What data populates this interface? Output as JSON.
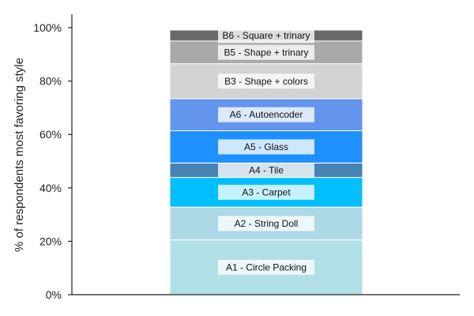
{
  "chart_data": {
    "type": "bar",
    "stacked": true,
    "categories": [
      ""
    ],
    "xlabel": "",
    "ylabel": "% of respondents most favoring style",
    "ylim": [
      0,
      100
    ],
    "yticks": [
      0,
      20,
      40,
      60,
      80,
      100
    ],
    "ytick_labels": [
      "0%",
      "20%",
      "40%",
      "60%",
      "80%",
      "100%"
    ],
    "grid": false,
    "legend": "none",
    "series": [
      {
        "name": "A1 - Circle Packing",
        "values": [
          20.5
        ],
        "color": "#b0e0e6"
      },
      {
        "name": "A2 - String Doll",
        "values": [
          12.3
        ],
        "color": "#add8e6"
      },
      {
        "name": "A3 - Carpet",
        "values": [
          11.1
        ],
        "color": "#00bfff"
      },
      {
        "name": "A4 - Tile",
        "values": [
          5.4
        ],
        "color": "#4682b4"
      },
      {
        "name": "A5 - Glass",
        "values": [
          12.1
        ],
        "color": "#1e90ff"
      },
      {
        "name": "A6 - Autoencoder",
        "values": [
          12.0
        ],
        "color": "#6495ed"
      },
      {
        "name": "B3 - Shape + colors",
        "values": [
          13.1
        ],
        "color": "#d3d3d3"
      },
      {
        "name": "B5 - Shape + trinary",
        "values": [
          8.5
        ],
        "color": "#a9a9a9"
      },
      {
        "name": "B6 - Square + trinary",
        "values": [
          4.1
        ],
        "color": "#696969"
      }
    ]
  }
}
